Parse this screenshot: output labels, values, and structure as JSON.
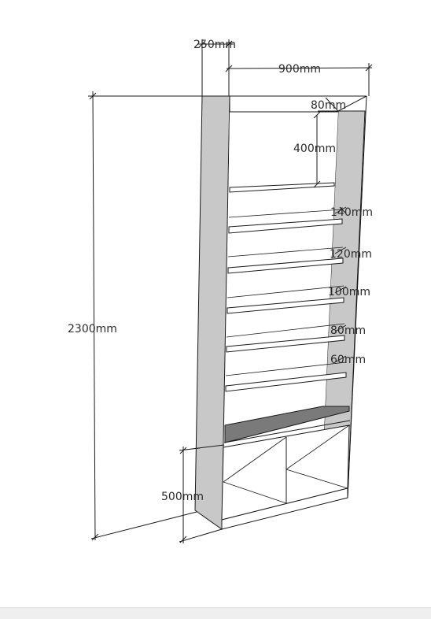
{
  "dimensions": {
    "depth": "250mm",
    "width": "900mm",
    "side_offset": "80mm",
    "top_gap": "400mm",
    "gap_1": "140mm",
    "gap_2": "120mm",
    "gap_3": "100mm",
    "gap_4": "80mm",
    "gap_5": "60mm",
    "height": "2300mm",
    "base_height": "500mm"
  },
  "colors": {
    "side_panel": "#c8c8c8",
    "back_panel": "#ffffff",
    "counter_top": "#7a7a7a",
    "line": "#1a1a1a"
  }
}
